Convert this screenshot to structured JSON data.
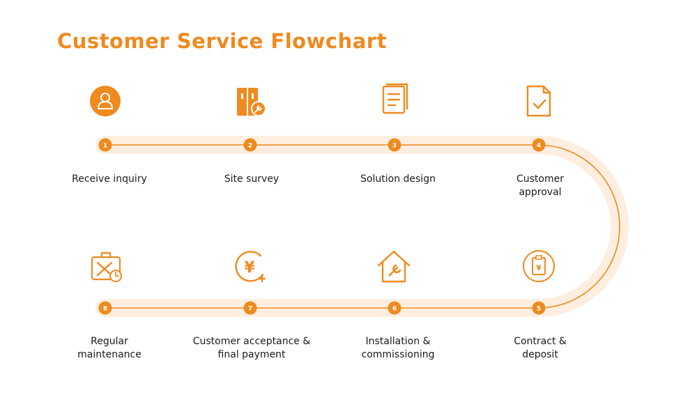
{
  "title": "Customer Service Flowchart",
  "colors": {
    "accent": "#ef8a1f",
    "track": "#fdeee0"
  },
  "steps": [
    {
      "number": "1",
      "label": "Receive inquiry",
      "icon": "person-icon"
    },
    {
      "number": "2",
      "label": "Site survey",
      "icon": "toolbox-wrench-icon"
    },
    {
      "number": "3",
      "label": "Solution design",
      "icon": "document-stack-icon"
    },
    {
      "number": "4",
      "label": "Customer\napproval",
      "icon": "document-check-icon"
    },
    {
      "number": "5",
      "label": "Contract &\ndeposit",
      "icon": "contract-yen-icon"
    },
    {
      "number": "6",
      "label": "Installation &\ncommissioning",
      "icon": "house-wrench-icon"
    },
    {
      "number": "7",
      "label": "Customer acceptance &\nfinal payment",
      "icon": "yen-plus-icon"
    },
    {
      "number": "8",
      "label": "Regular\nmaintenance",
      "icon": "toolkit-clock-icon"
    }
  ]
}
